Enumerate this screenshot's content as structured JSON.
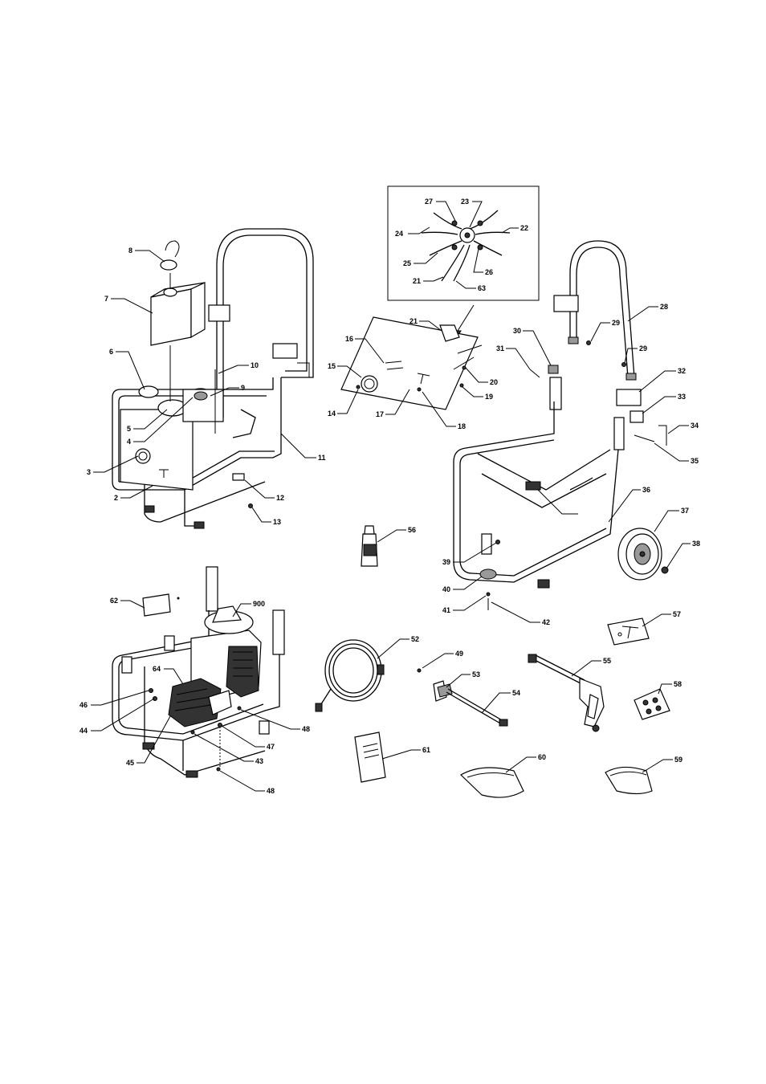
{
  "callouts": [
    {
      "id": "c8",
      "label": "8"
    },
    {
      "id": "c7",
      "label": "7"
    },
    {
      "id": "c6",
      "label": "6"
    },
    {
      "id": "c5",
      "label": "5"
    },
    {
      "id": "c4",
      "label": "4"
    },
    {
      "id": "c3",
      "label": "3"
    },
    {
      "id": "c2",
      "label": "2"
    },
    {
      "id": "c10",
      "label": "10"
    },
    {
      "id": "c9",
      "label": "9"
    },
    {
      "id": "c11",
      "label": "11"
    },
    {
      "id": "c12",
      "label": "12"
    },
    {
      "id": "c13",
      "label": "13"
    },
    {
      "id": "c27",
      "label": "27"
    },
    {
      "id": "c23",
      "label": "23"
    },
    {
      "id": "c24",
      "label": "24"
    },
    {
      "id": "c22",
      "label": "22"
    },
    {
      "id": "c25",
      "label": "25"
    },
    {
      "id": "c26",
      "label": "26"
    },
    {
      "id": "c21a",
      "label": "21"
    },
    {
      "id": "c63",
      "label": "63"
    },
    {
      "id": "c21b",
      "label": "21"
    },
    {
      "id": "c16a",
      "label": "16"
    },
    {
      "id": "c15",
      "label": "15"
    },
    {
      "id": "c14",
      "label": "14"
    },
    {
      "id": "c17",
      "label": "17"
    },
    {
      "id": "c20",
      "label": "20"
    },
    {
      "id": "c19",
      "label": "19"
    },
    {
      "id": "c18",
      "label": "18"
    },
    {
      "id": "c30",
      "label": "30"
    },
    {
      "id": "c31",
      "label": "31"
    },
    {
      "id": "c29a",
      "label": "29"
    },
    {
      "id": "c28",
      "label": "28"
    },
    {
      "id": "c29b",
      "label": "29"
    },
    {
      "id": "c32",
      "label": "32"
    },
    {
      "id": "c33",
      "label": "33"
    },
    {
      "id": "c34",
      "label": "34"
    },
    {
      "id": "c35",
      "label": "35"
    },
    {
      "id": "c36",
      "label": "36"
    },
    {
      "id": "c37",
      "label": "37"
    },
    {
      "id": "c38",
      "label": "38"
    },
    {
      "id": "c39",
      "label": "39"
    },
    {
      "id": "c40",
      "label": "40"
    },
    {
      "id": "c41",
      "label": "41"
    },
    {
      "id": "c42",
      "label": "42"
    },
    {
      "id": "c56",
      "label": "56"
    },
    {
      "id": "c57",
      "label": "57"
    },
    {
      "id": "c62",
      "label": "62"
    },
    {
      "id": "c900",
      "label": "900"
    },
    {
      "id": "c64",
      "label": "64"
    },
    {
      "id": "c46",
      "label": "46"
    },
    {
      "id": "c44",
      "label": "44"
    },
    {
      "id": "c45",
      "label": "45"
    },
    {
      "id": "c43",
      "label": "43"
    },
    {
      "id": "c47",
      "label": "47"
    },
    {
      "id": "c48a",
      "label": "48"
    },
    {
      "id": "c48b",
      "label": "48"
    },
    {
      "id": "c52",
      "label": "52"
    },
    {
      "id": "c49",
      "label": "49"
    },
    {
      "id": "c53",
      "label": "53"
    },
    {
      "id": "c54",
      "label": "54"
    },
    {
      "id": "c55",
      "label": "55"
    },
    {
      "id": "c58",
      "label": "58"
    },
    {
      "id": "c61",
      "label": "61"
    },
    {
      "id": "c60",
      "label": "60"
    },
    {
      "id": "c59",
      "label": "59"
    }
  ]
}
